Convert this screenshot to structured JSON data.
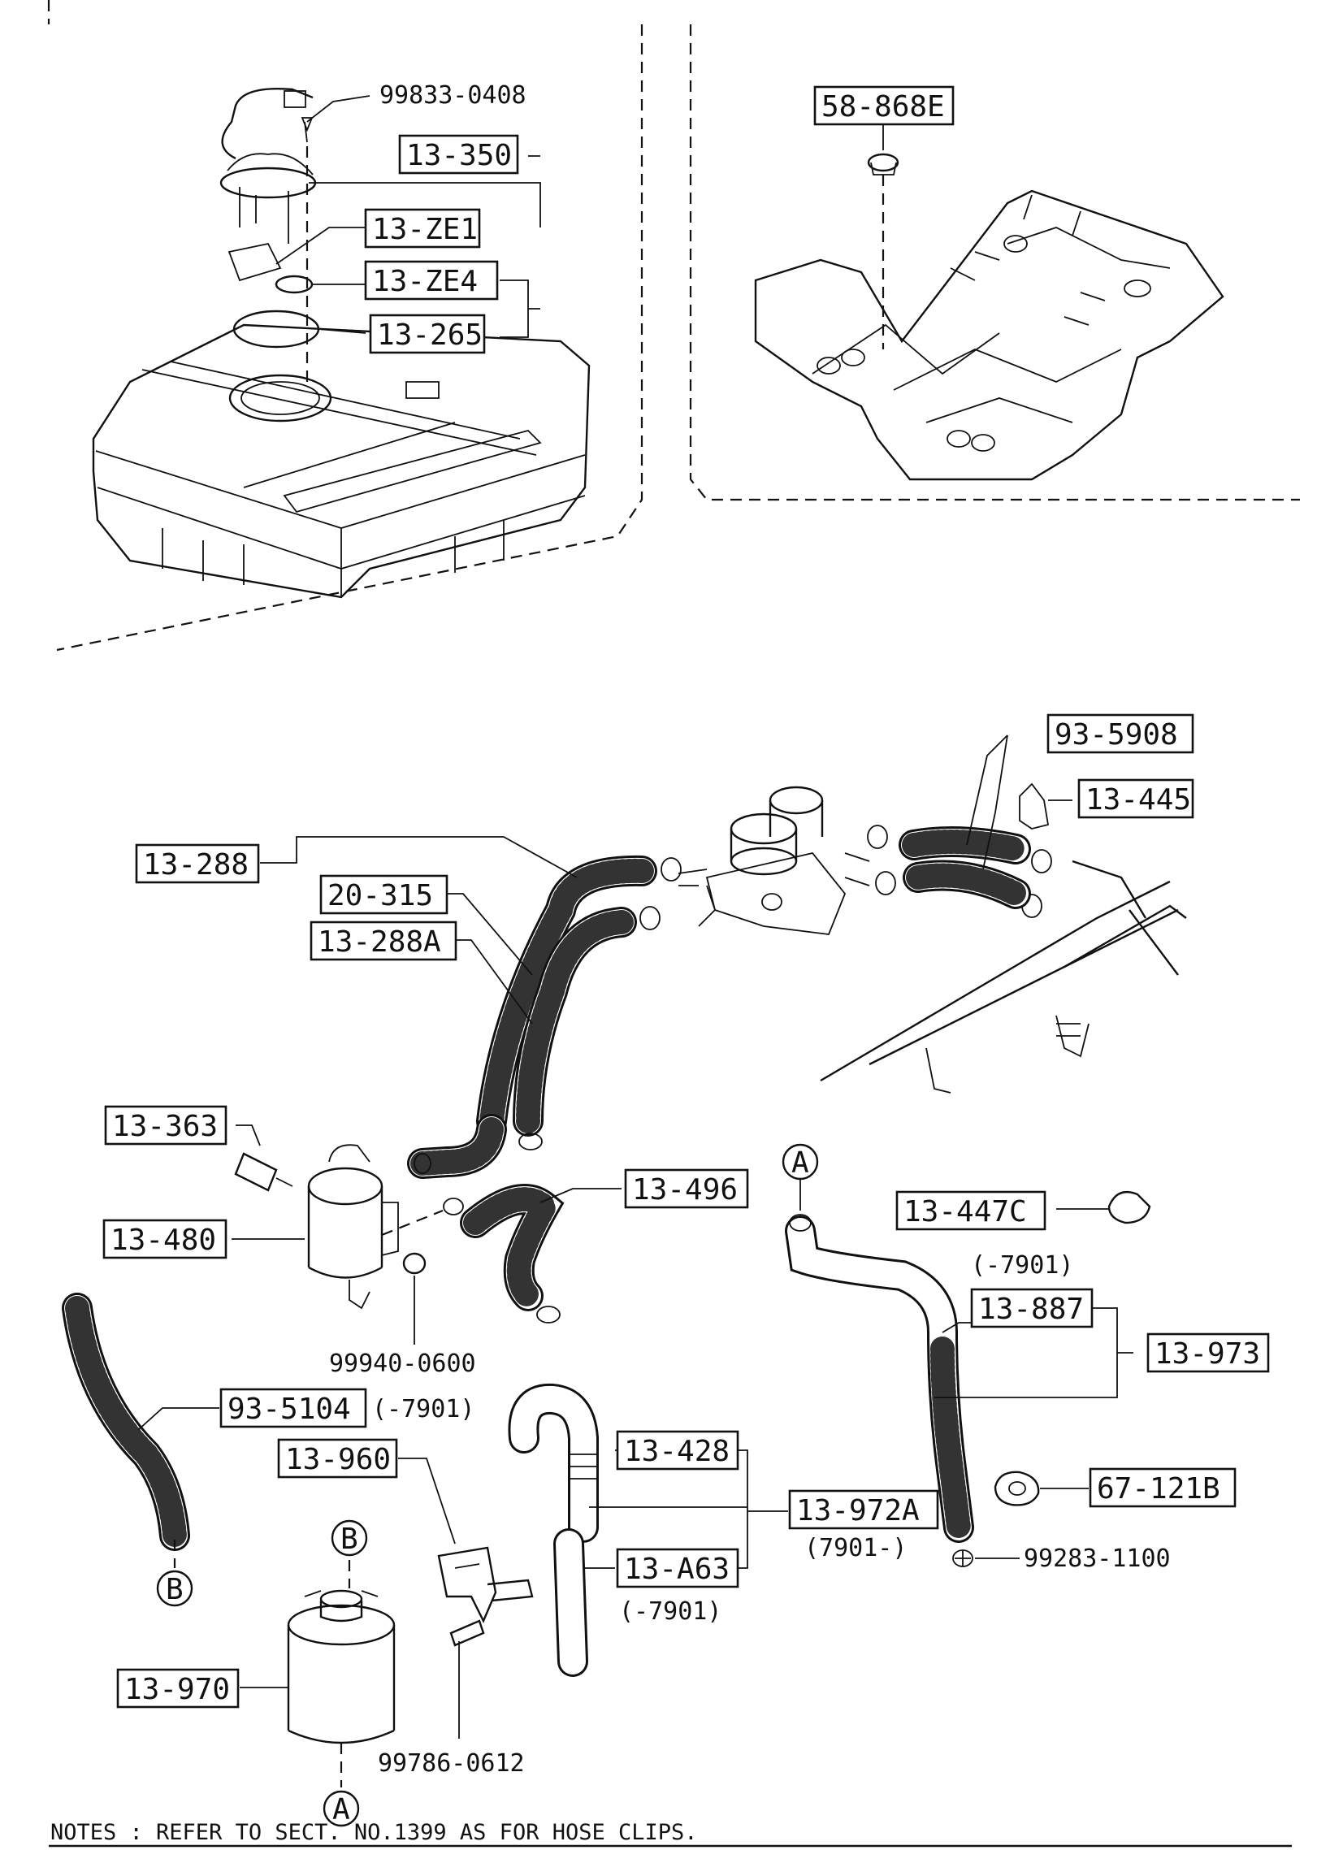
{
  "labels": {
    "l_99833_0408": "99833-0408",
    "l_13_350": "13-350",
    "l_13_ZE1": "13-ZE1",
    "l_13_ZE4": "13-ZE4",
    "l_13_265": "13-265",
    "l_58_868E": "58-868E",
    "l_93_5908": "93-5908",
    "l_13_445": "13-445",
    "l_13_288": "13-288",
    "l_20_315": "20-315",
    "l_13_288A": "13-288A",
    "l_13_363": "13-363",
    "l_13_480": "13-480",
    "l_13_496": "13-496",
    "l_99940_0600": "99940-0600",
    "l_93_5104": "93-5104",
    "l_93_5104_note": "(-7901)",
    "l_13_960": "13-960",
    "l_13_970": "13-970",
    "l_99786_0612": "99786-0612",
    "l_13_428": "13-428",
    "l_13_972A": "13-972A",
    "l_13_972A_note": "(7901-)",
    "l_13_A63": "13-A63",
    "l_13_A63_note": "(-7901)",
    "l_13_447C": "13-447C",
    "l_13_447C_note": "(-7901)",
    "l_13_887": "13-887",
    "l_13_973": "13-973",
    "l_67_121B": "67-121B",
    "l_99283_1100": "99283-1100"
  },
  "refs": {
    "a_top": "A",
    "a_bottom": "A",
    "b_left": "B",
    "b_canister": "B"
  },
  "notes": "NOTES : REFER TO SECT. NO.1399  AS FOR HOSE CLIPS."
}
